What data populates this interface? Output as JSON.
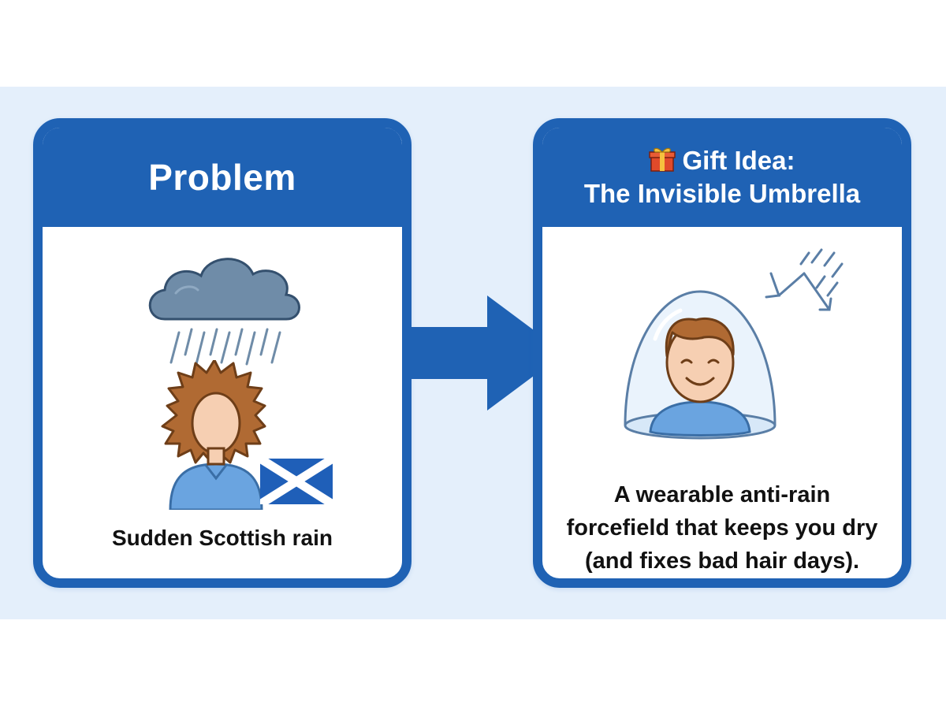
{
  "problem": {
    "title": "Problem",
    "caption": "Sudden Scottish rain"
  },
  "solution": {
    "title_line1": "Gift Idea:",
    "title_line2": "The Invisible Umbrella",
    "caption_line1": "A wearable anti-rain",
    "caption_line2": "forcefield that keeps you dry",
    "caption_line3": "(and fixes bad hair days)."
  },
  "icons": [
    "rain-cloud-icon",
    "frizzy-hair-person-icon",
    "scottish-flag-icon",
    "right-arrow-icon",
    "gift-icon",
    "bubble-person-icon",
    "deflected-rain-icon"
  ],
  "colors": {
    "primary": "#1f62b4",
    "background_band": "#e4effb",
    "cloud": "#6f8ca8",
    "hair": "#b06a33",
    "skin": "#f6cfb2",
    "shirt": "#6aa4e0",
    "flag": "#1f5fb8"
  }
}
